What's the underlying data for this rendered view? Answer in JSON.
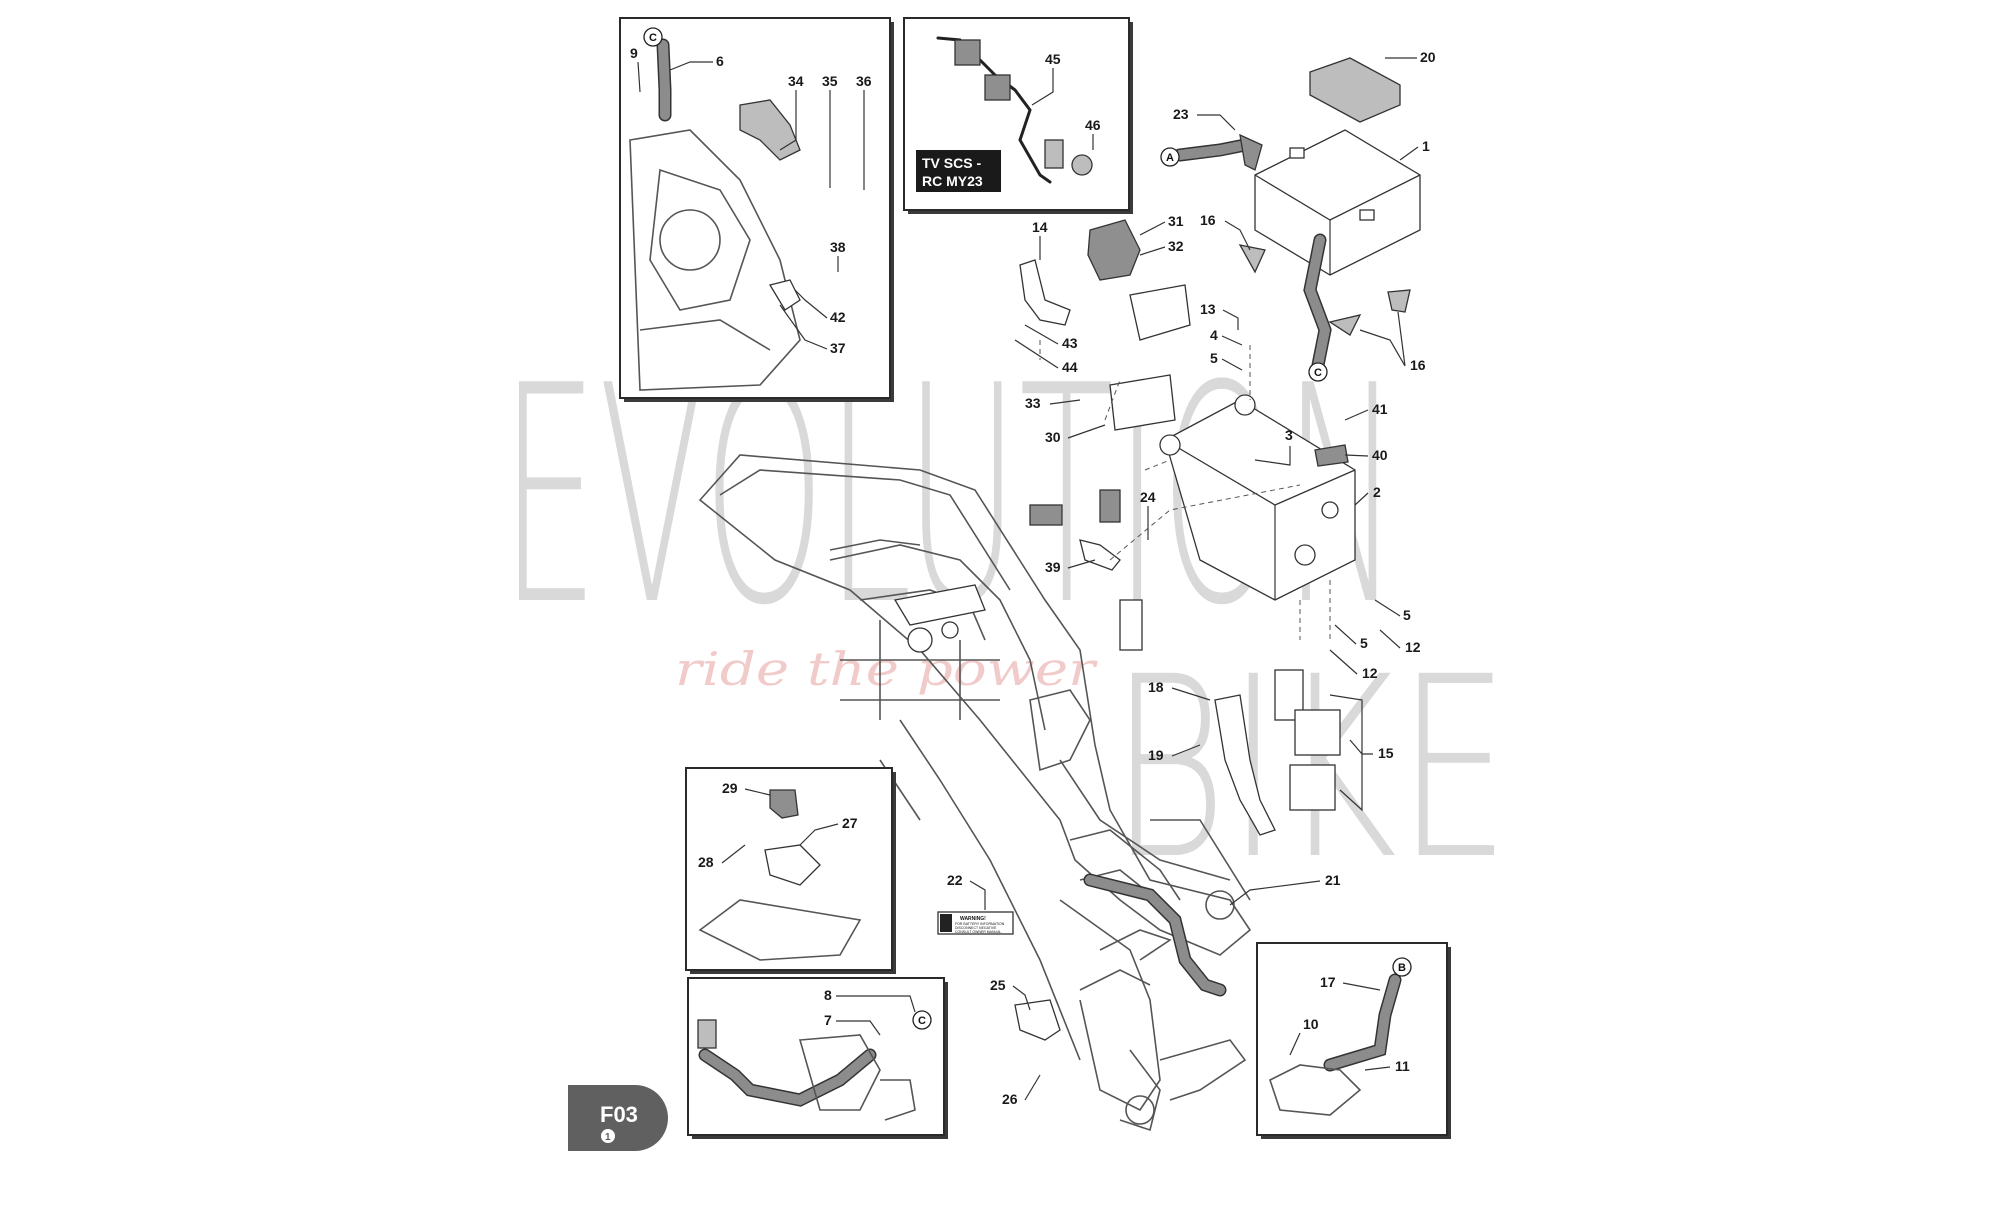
{
  "watermark": {
    "line1": "EVOLUTION",
    "line2": "BIKE",
    "tagline": "ride the power"
  },
  "badge": {
    "code": "F03",
    "sheet": "1"
  },
  "panel_tv": {
    "label_line1": "TV SCS -",
    "label_line2": "RC MY23"
  },
  "warning_label": {
    "title": "WARNING!",
    "text1": "FOR BATTERY INFORMATION",
    "text2": "DISCONNECT NEGATIVE",
    "text3": "CONSULT OWNER MANUAL"
  },
  "connectors": {
    "A": "A",
    "B": "B",
    "C": "C"
  },
  "callouts": {
    "n1": "1",
    "n2": "2",
    "n3": "3",
    "n4": "4",
    "n5": "5",
    "n6": "6",
    "n7": "7",
    "n8": "8",
    "n9": "9",
    "n10": "10",
    "n11": "11",
    "n12": "12",
    "n13": "13",
    "n14": "14",
    "n15": "15",
    "n16": "16",
    "n17": "17",
    "n18": "18",
    "n19": "19",
    "n20": "20",
    "n21": "21",
    "n22": "22",
    "n23": "23",
    "n24": "24",
    "n25": "25",
    "n26": "26",
    "n27": "27",
    "n28": "28",
    "n29": "29",
    "n30": "30",
    "n31": "31",
    "n32": "32",
    "n33": "33",
    "n34": "34",
    "n35": "35",
    "n36": "36",
    "n37": "37",
    "n38": "38",
    "n39": "39",
    "n40": "40",
    "n41": "41",
    "n42": "42",
    "n43": "43",
    "n44": "44",
    "n45": "45",
    "n46": "46"
  }
}
